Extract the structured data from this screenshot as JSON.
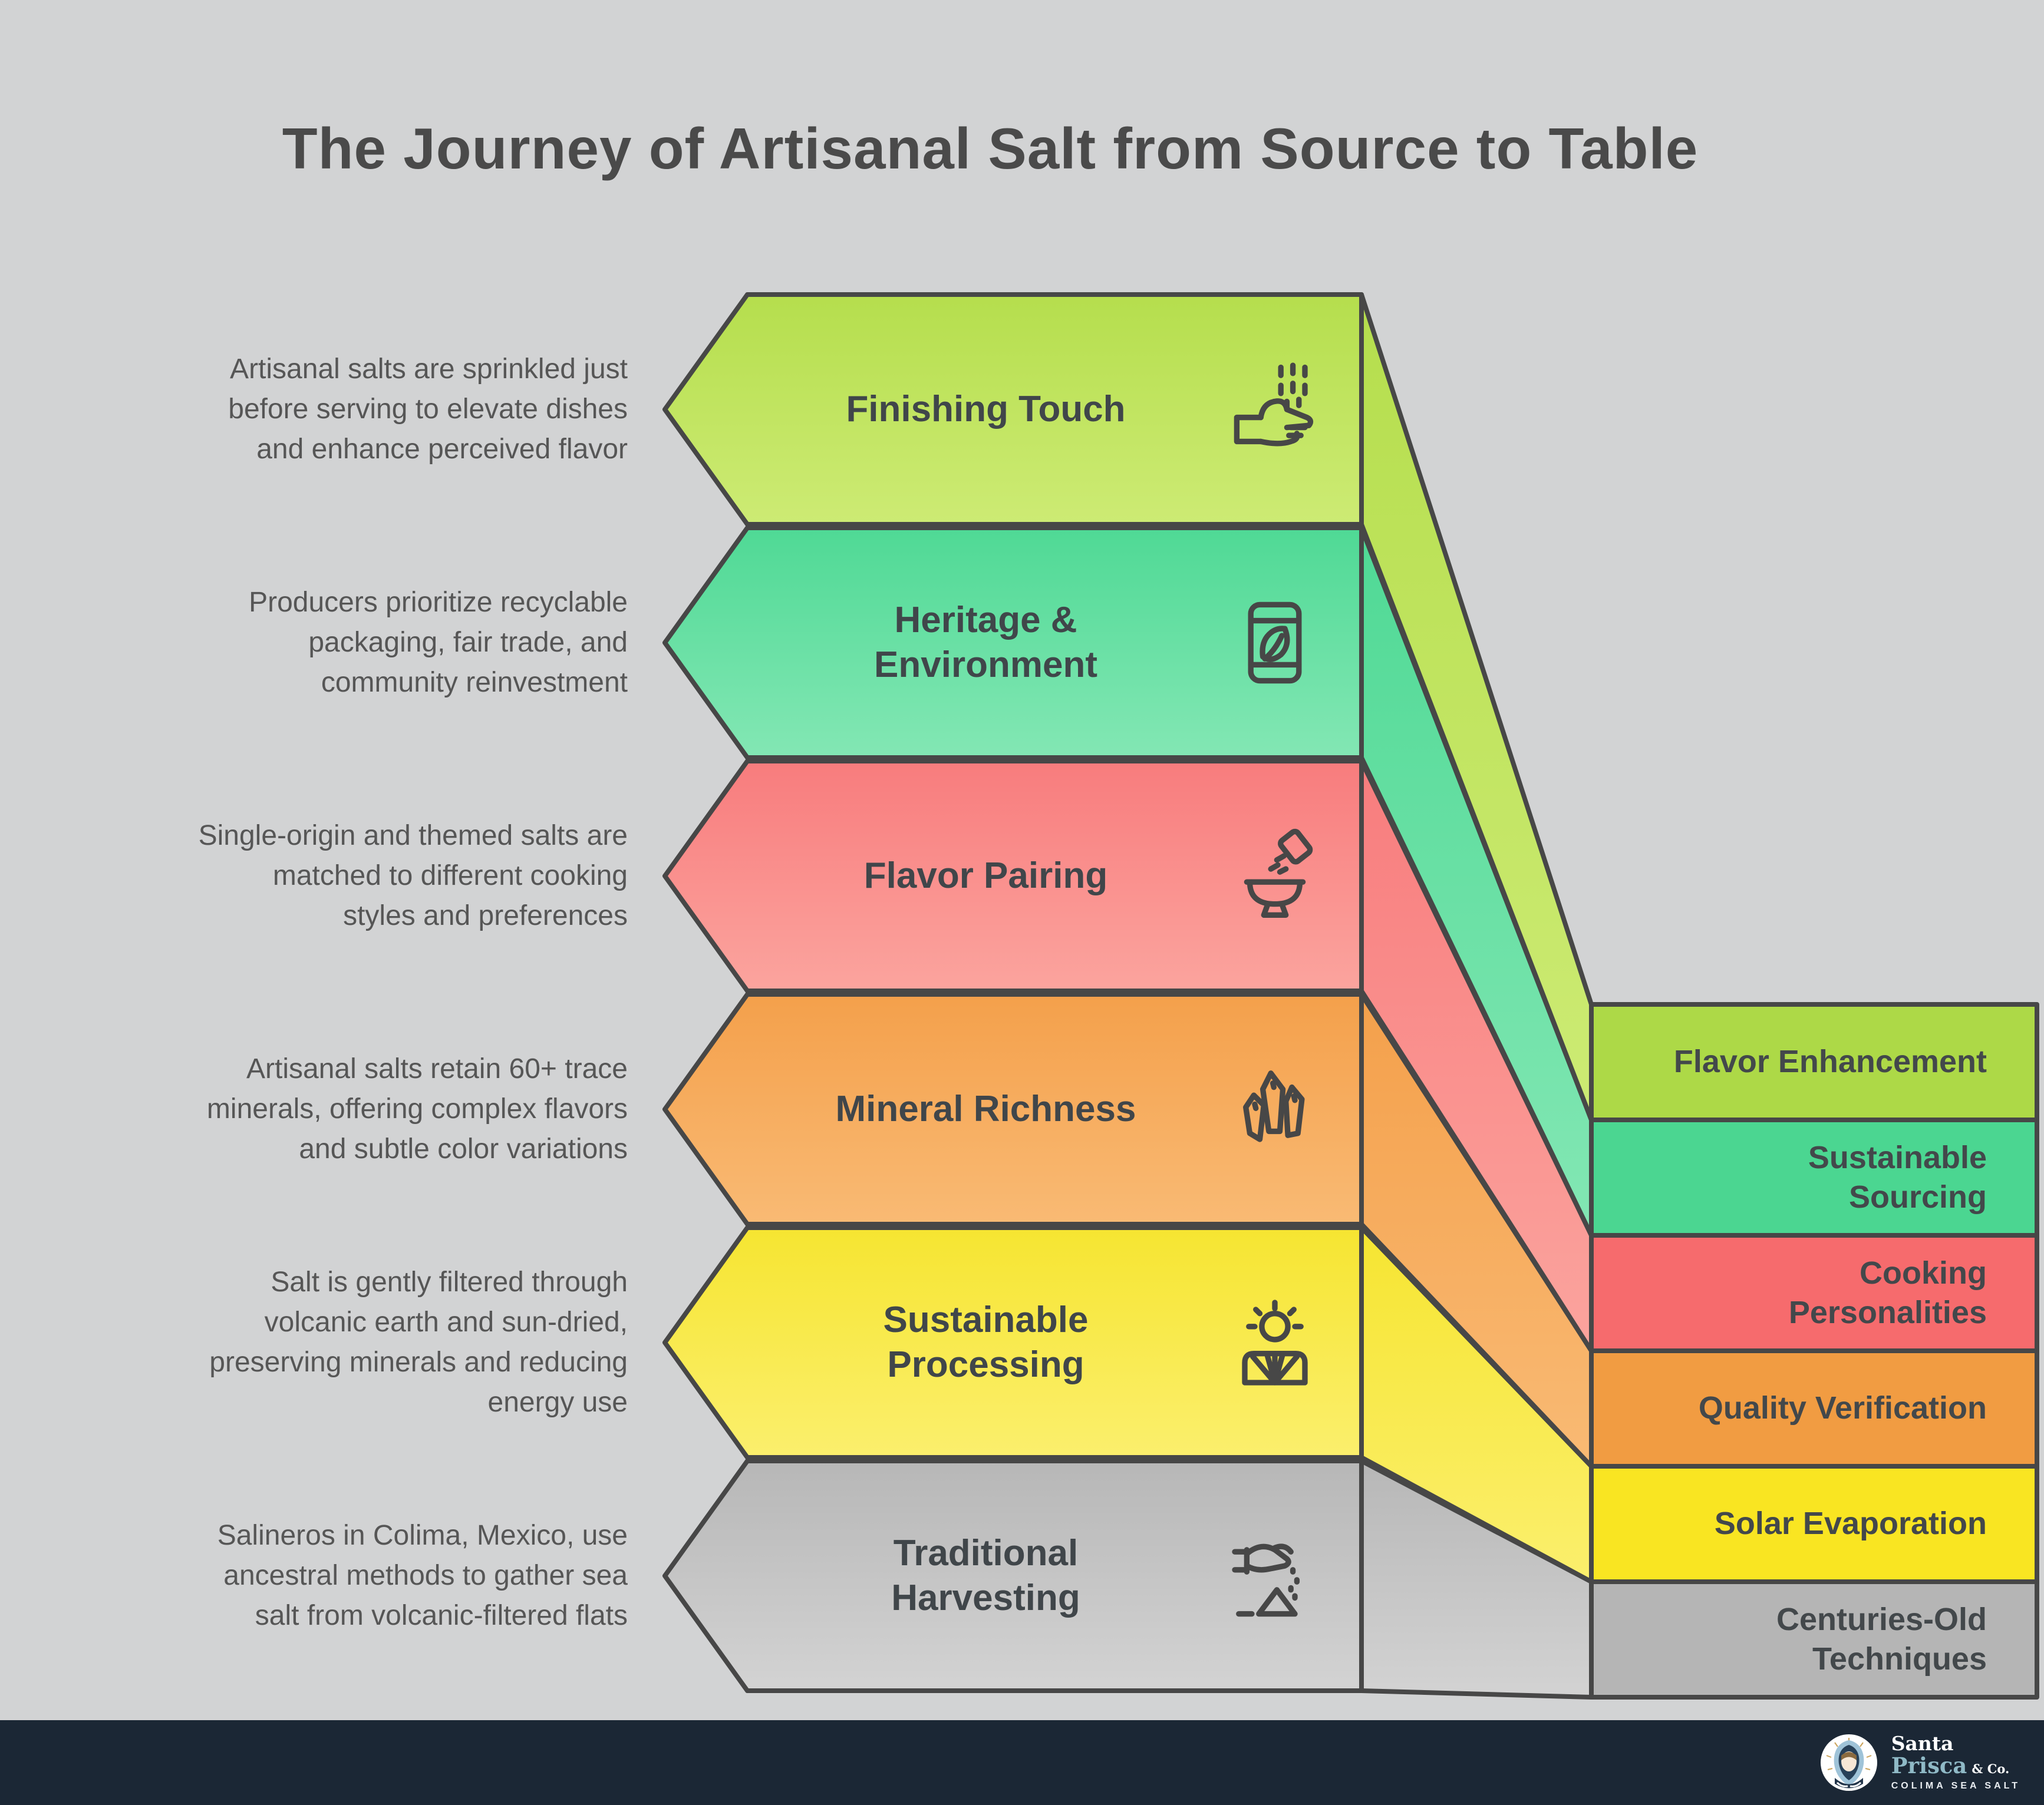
{
  "title": "The Journey of Artisanal Salt from Source to Table",
  "steps": [
    {
      "label": "Finishing Touch",
      "icon": "sprinkle-hand-icon",
      "description": "Artisanal salts are sprinkled just\nbefore serving to elevate dishes\nand enhance perceived flavor",
      "outcome": "Flavor Enhancement",
      "color_top": "#b5de4d",
      "color_bottom": "#cdeb74",
      "box_color": "#add947"
    },
    {
      "label": "Heritage &\nEnvironment",
      "icon": "package-leaf-icon",
      "description": "Producers prioritize recyclable\npackaging, fair trade, and\ncommunity reinvestment",
      "outcome": "Sustainable\nSourcing",
      "color_top": "#4fd995",
      "color_bottom": "#83e7b4",
      "box_color": "#4bd691"
    },
    {
      "label": "Flavor Pairing",
      "icon": "bowl-sprinkle-icon",
      "description": "Single-origin and themed salts are\nmatched to different cooking\nstyles and preferences",
      "outcome": "Cooking\nPersonalities",
      "color_top": "#f87c7d",
      "color_bottom": "#fba49e",
      "box_color": "#f66b6d"
    },
    {
      "label": "Mineral Richness",
      "icon": "crystals-icon",
      "description": "Artisanal salts retain 60+ trace\nminerals, offering complex flavors\nand subtle color variations",
      "outcome": "Quality Verification",
      "color_top": "#f4a04b",
      "color_bottom": "#f9ba74",
      "box_color": "#f19c42"
    },
    {
      "label": "Sustainable\nProcessing",
      "icon": "sun-field-icon",
      "description": "Salt is gently filtered through\nvolcanic earth and sun-dried,\npreserving minerals and reducing\nenergy use",
      "outcome": "Solar Evaporation",
      "color_top": "#f6e531",
      "color_bottom": "#fbef6d",
      "box_color": "#f9e522"
    },
    {
      "label": "Traditional\nHarvesting",
      "icon": "hand-pour-icon",
      "description": "Salineros in Colima, Mexico, use\nancestral methods to gather sea\nsalt from volcanic-filtered flats",
      "outcome": "Centuries-Old\nTechniques",
      "color_top": "#b7b7b7",
      "color_bottom": "#d3d3d3",
      "box_color": "#b5b5b5"
    }
  ],
  "colors": {
    "background": "#d2d3d4",
    "outline": "#474747",
    "title_text": "#4a4a4a",
    "footer_background": "#1b2735"
  },
  "footer": {
    "brand_top": "Santa",
    "brand_name": "Prisca",
    "brand_suffix": "& Co.",
    "tagline": "COLIMA SEA SALT"
  }
}
